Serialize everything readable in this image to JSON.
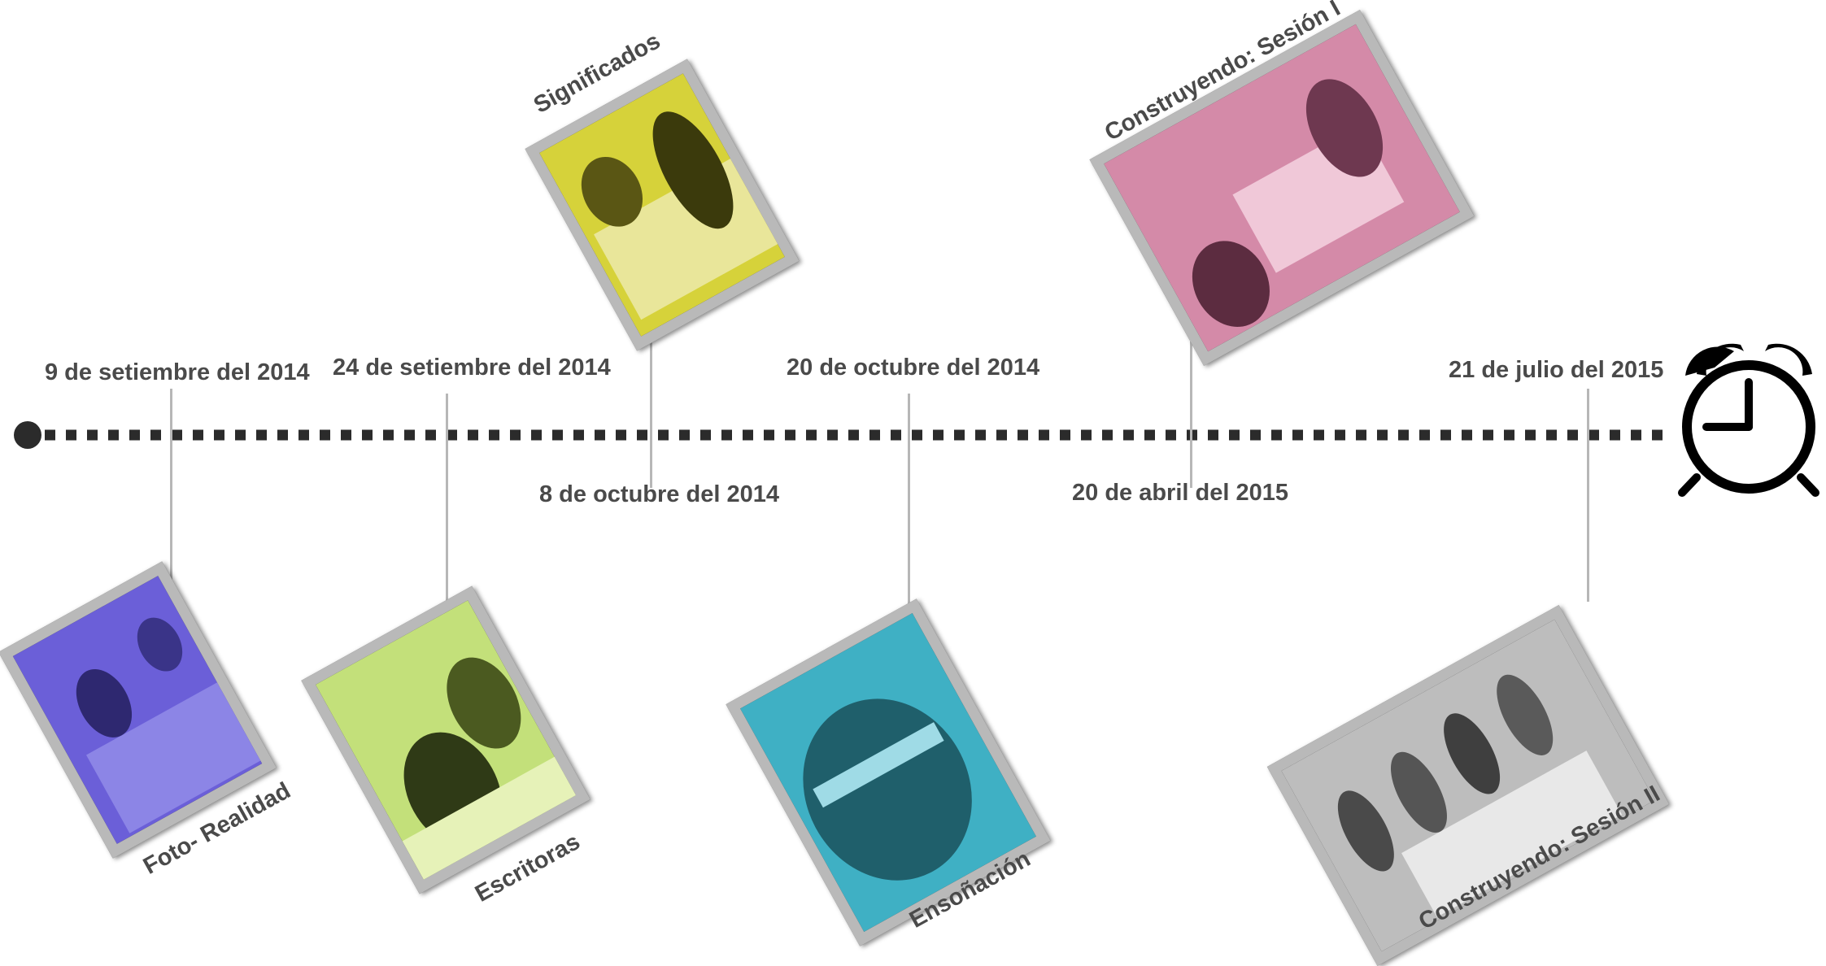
{
  "colors": {
    "timeline": "#2b2b2b",
    "text": "#4a4a4a",
    "connector": "#b7b7b7",
    "frame": "#b9b9b9"
  },
  "icons": {
    "start": "start-dot-icon",
    "end": "alarm-clock-icon"
  },
  "events": [
    {
      "date": "9 de setiembre del 2014",
      "caption": "Foto- Realidad",
      "tint": "#6b5fd8"
    },
    {
      "date": "24 de setiembre del 2014",
      "caption": "Escritoras",
      "tint": "#c3e07a"
    },
    {
      "date": "8 de octubre del 2014",
      "caption": "Significados",
      "tint": "#d6d23a"
    },
    {
      "date": "20 de octubre del 2014",
      "caption": "Ensoñación",
      "tint": "#3fb0c4"
    },
    {
      "date": "20 de abril del 2015",
      "caption": "Construyendo: Sesión I",
      "tint": "#d48aa8"
    },
    {
      "date": "21 de julio del 2015",
      "caption": "Construyendo: Sesión II",
      "tint": "#bdbdbd"
    }
  ]
}
